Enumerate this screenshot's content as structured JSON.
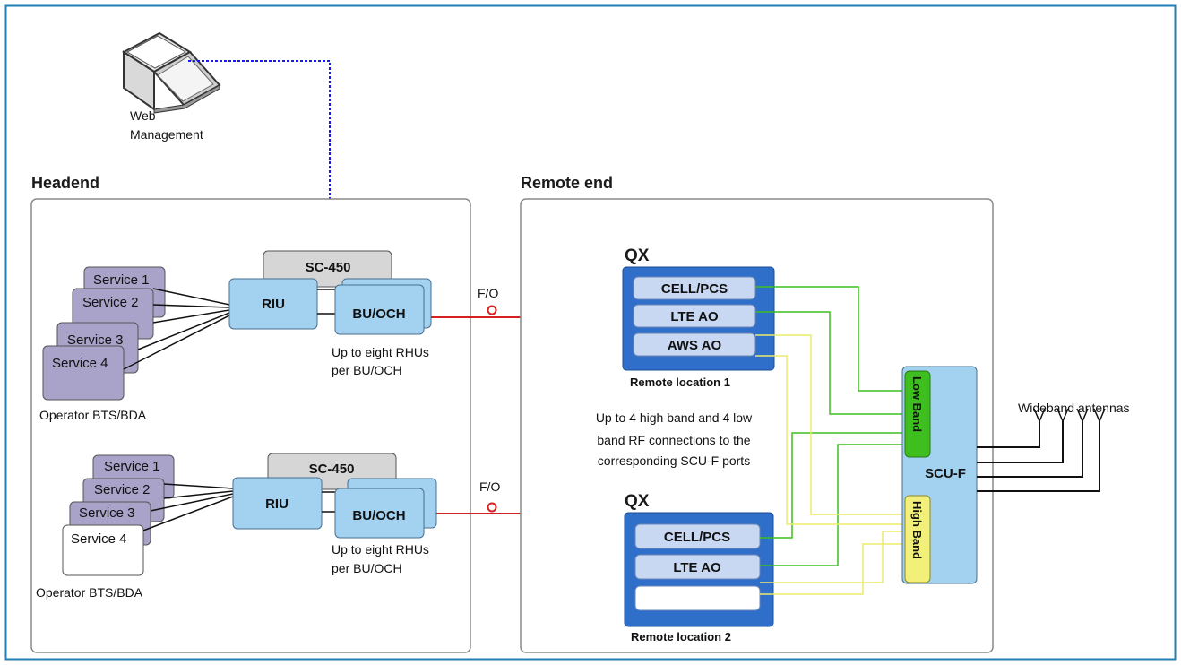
{
  "web_management": {
    "line1": "Web",
    "line2": "Management"
  },
  "headend": {
    "title": "Headend",
    "top": {
      "services": [
        "Service 1",
        "Service 2",
        "Service 3",
        "Service 4"
      ],
      "operator": "Operator BTS/BDA",
      "sc": "SC-450",
      "riu": "RIU",
      "bu": "BU/OCH",
      "rhu_line1": "Up to eight RHUs",
      "rhu_line2": "per BU/OCH",
      "fo": "F/O"
    },
    "bottom": {
      "services": [
        "Service 1",
        "Service 2",
        "Service 3",
        "Service 4"
      ],
      "operator": "Operator  BTS/BDA",
      "sc": "SC-450",
      "riu": "RIU",
      "bu": "BU/OCH",
      "rhu_line1": "Up to eight RHUs",
      "rhu_line2": "per BU/OCH",
      "fo": "F/O"
    }
  },
  "remote": {
    "title": "Remote end",
    "qx1": {
      "label": "QX",
      "modules": [
        "CELL/PCS",
        "LTE AO",
        "AWS AO"
      ],
      "location": "Remote location 1"
    },
    "qx2": {
      "label": "QX",
      "modules": [
        "CELL/PCS",
        "LTE AO",
        ""
      ],
      "location": "Remote location 2"
    },
    "note": [
      "Up to 4 high band and 4 low",
      "band RF connections to the",
      "corresponding SCU-F ports"
    ],
    "scu": {
      "label": "SCU-F",
      "low": "Low Band",
      "high": "High Band"
    },
    "antennas": "Wideband antennas"
  },
  "colors": {
    "frame": "#1f7fb6",
    "blue_box": "#a3d1f0",
    "qx_dark": "#2f6fc9",
    "module": "#c9d8f2",
    "service": "#a9a3c9",
    "sc": "#d6d6d6",
    "fiber": "#d62020",
    "mgmt": "#1a1ae6",
    "low_band": "#3fbf1f",
    "high_band": "#ecec6a"
  }
}
